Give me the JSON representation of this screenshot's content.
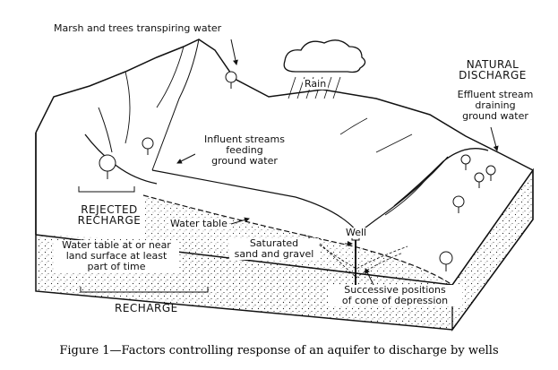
{
  "labels": {
    "marsh": "Marsh and trees transpiring water",
    "rain": "Rain",
    "natural_discharge_1": "NATURAL",
    "natural_discharge_2": "DISCHARGE",
    "effluent_1": "Effluent stream",
    "effluent_2": "draining",
    "effluent_3": "ground water",
    "influent_1": "Influent streams",
    "influent_2": "feeding",
    "influent_3": "ground water",
    "rejected_1": "REJECTED",
    "rejected_2": "RECHARGE",
    "water_table": "Water table",
    "wt_near_1": "Water table at or near",
    "wt_near_2": "land surface at least",
    "wt_near_3": "part of time",
    "saturated_1": "Saturated",
    "saturated_2": "sand and gravel",
    "well": "Well",
    "cone_1": "Successive positions",
    "cone_2": "of cone of depression",
    "recharge": "RECHARGE"
  },
  "caption": "Figure 1—Factors controlling response of an aquifer to discharge by wells",
  "colors": {
    "ink": "#111111",
    "background": "#ffffff"
  }
}
